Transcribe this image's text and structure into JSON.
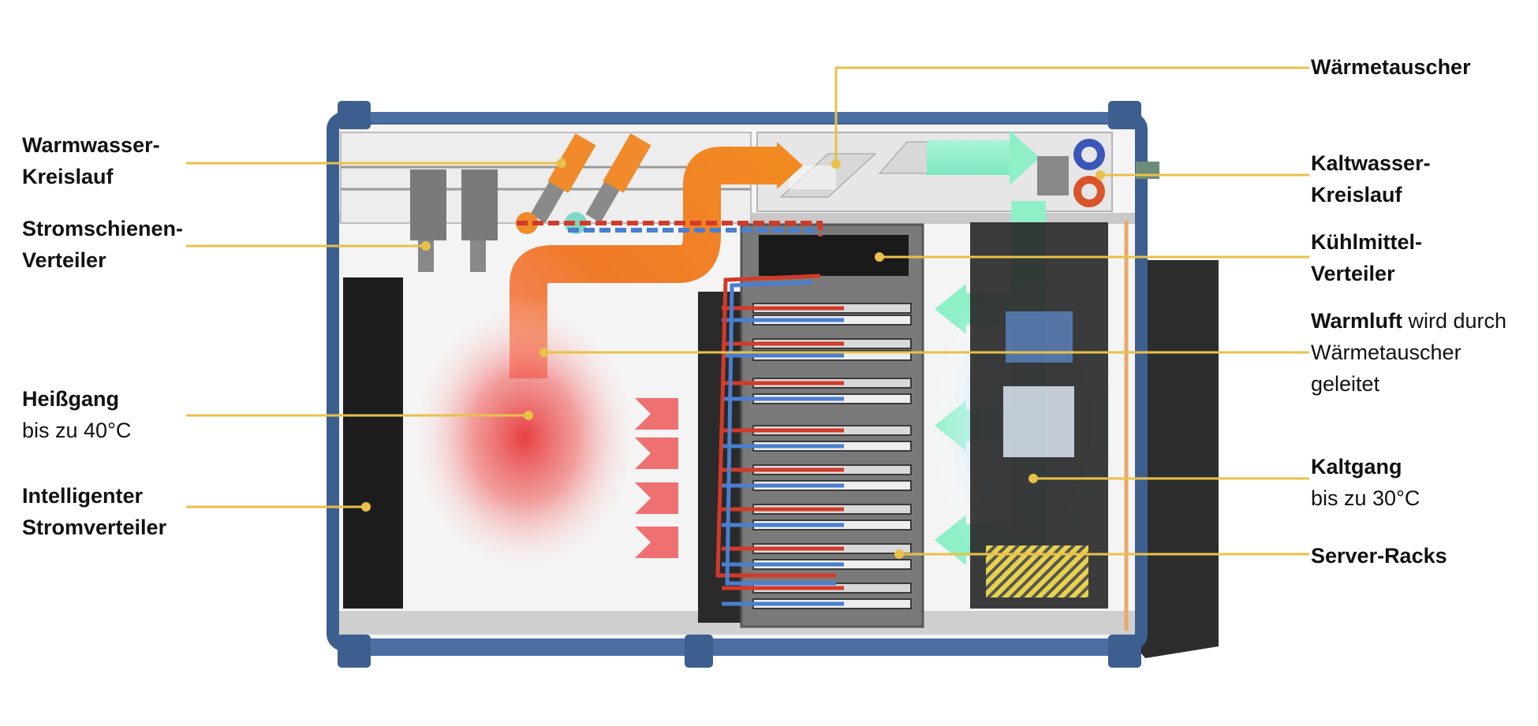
{
  "labels": {
    "heat_exchanger": "Wärmetauscher",
    "hot_water_1": "Warmwasser-",
    "hot_water_2": "Kreislauf",
    "busbar_1": "Stromschienen-",
    "busbar_2": "Verteiler",
    "cold_water_1": "Kaltwasser-",
    "cold_water_2": "Kreislauf",
    "coolant_1": "Kühlmittel-",
    "coolant_2": "Verteiler",
    "warm_air_bold": "Warmluft",
    "warm_air_rest": " wird durch",
    "warm_air_2": "Wärmetauscher",
    "warm_air_3": "geleitet",
    "hot_aisle": "Heißgang",
    "hot_aisle_temp": "bis zu 40°C",
    "pdu_1": "Intelligenter",
    "pdu_2": "Stromverteiler",
    "cold_aisle": "Kaltgang",
    "cold_aisle_temp": "bis zu 30°C",
    "server_racks": "Server-Racks"
  },
  "colors": {
    "container_frame": "#3d5f8f",
    "leader_line": "#e8c14a",
    "hot_air": "#f07a22",
    "hot_glow": "#e8383a",
    "cold_air": "#8ff0c8",
    "hot_pipe": "#d23a2a",
    "cold_pipe": "#4a7fd0",
    "rack": "#6f6f6f"
  }
}
